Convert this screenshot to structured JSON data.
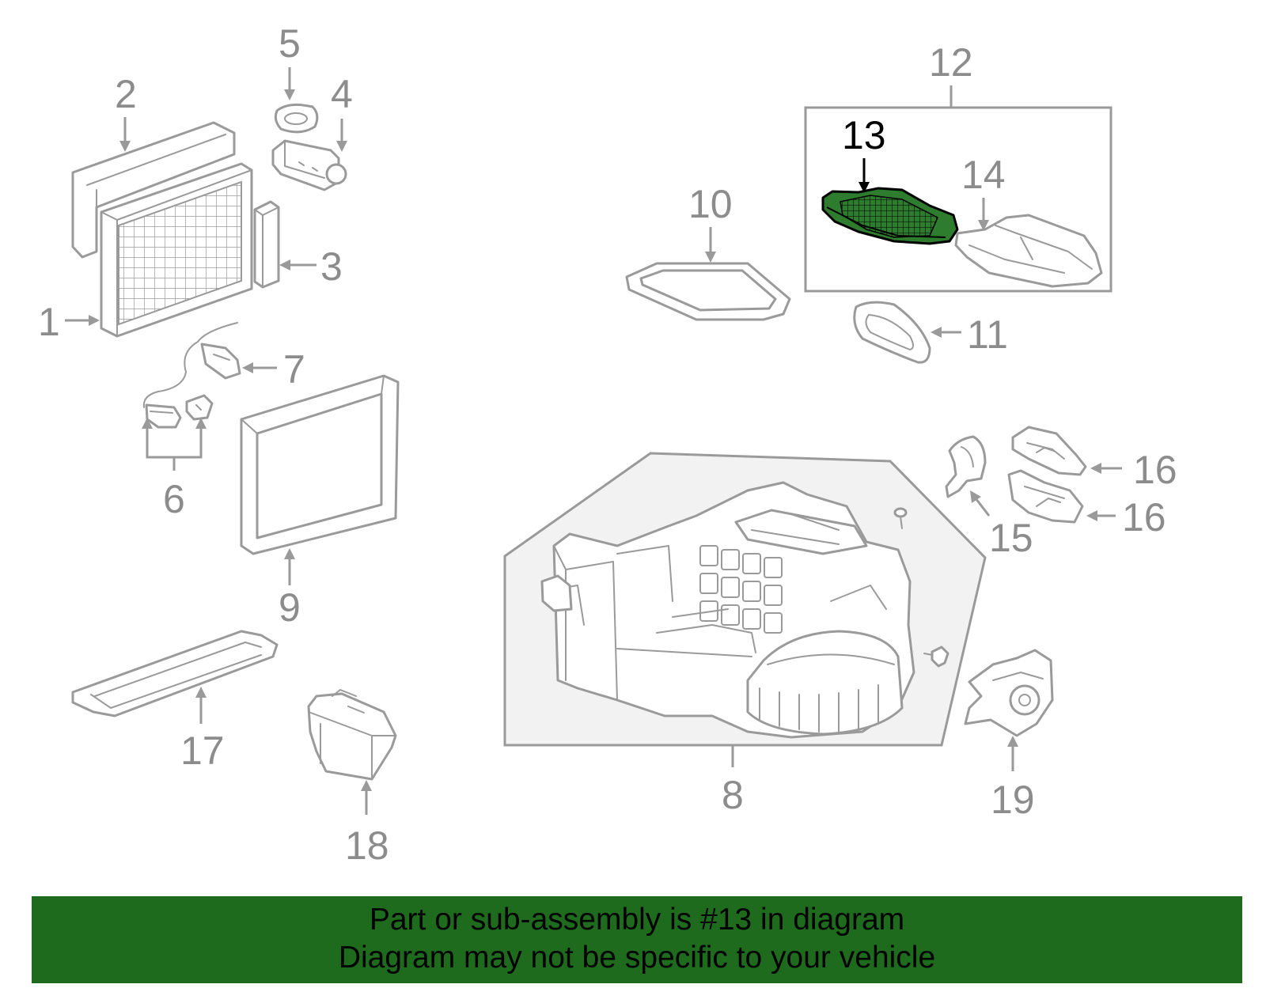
{
  "callouts": {
    "n1": "1",
    "n2": "2",
    "n3": "3",
    "n4": "4",
    "n5": "5",
    "n6": "6",
    "n7": "7",
    "n8": "8",
    "n9": "9",
    "n10": "10",
    "n11": "11",
    "n12": "12",
    "n13": "13",
    "n14": "14",
    "n15": "15",
    "n16a": "16",
    "n16b": "16",
    "n17": "17",
    "n18": "18",
    "n19": "19"
  },
  "highlight": {
    "part": "13",
    "color": "#2e7d2e"
  },
  "banner": {
    "line1": "Part or sub-assembly is #13 in diagram",
    "line2": "Diagram may not be specific to your vehicle",
    "color": "#1e6b1e"
  }
}
